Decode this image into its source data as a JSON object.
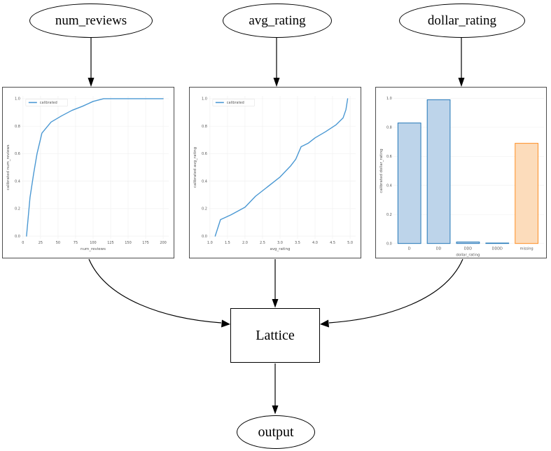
{
  "diagram": {
    "nodes": {
      "num_reviews": {
        "label": "num_reviews"
      },
      "avg_rating": {
        "label": "avg_rating"
      },
      "dollar_rating": {
        "label": "dollar_rating"
      },
      "lattice": {
        "label": "Lattice"
      },
      "output": {
        "label": "output"
      }
    }
  },
  "colors": {
    "line_blue": "#4a98d3",
    "bar_blue_fill": "#bdd4ea",
    "bar_blue_edge": "#2277b8",
    "bar_orange_fill": "#fcdcbb",
    "bar_orange_edge": "#fd8d22",
    "edge_black": "#000000"
  },
  "chart_data": [
    {
      "type": "line",
      "title": "",
      "xlabel": "num_reviews",
      "ylabel": "calibrated num_reviews",
      "legend": "calibrated",
      "color": "#4a98d3",
      "xlim": [
        0,
        200
      ],
      "ylim": [
        0,
        1
      ],
      "xticks": [
        0,
        25,
        50,
        75,
        100,
        125,
        150,
        175,
        200
      ],
      "xtick_labels": [
        "0",
        "25",
        "50",
        "75",
        "100",
        "125",
        "150",
        "175",
        "200"
      ],
      "ytick_labels": [
        "0.0",
        "0.2",
        "0.4",
        "0.6",
        "0.8",
        "1.0"
      ],
      "points": [
        [
          5,
          0
        ],
        [
          10,
          0.28
        ],
        [
          15,
          0.45
        ],
        [
          20,
          0.6
        ],
        [
          27,
          0.75
        ],
        [
          40,
          0.83
        ],
        [
          55,
          0.875
        ],
        [
          70,
          0.915
        ],
        [
          85,
          0.945
        ],
        [
          100,
          0.98
        ],
        [
          115,
          1.0
        ],
        [
          200,
          1.0
        ]
      ]
    },
    {
      "type": "line",
      "title": "",
      "xlabel": "avg_rating",
      "ylabel": "calibrated avg_rating",
      "legend": "calibrated",
      "color": "#4a98d3",
      "xlim": [
        1,
        5
      ],
      "ylim": [
        0,
        1
      ],
      "xticks": [
        1,
        1.5,
        2,
        2.5,
        3,
        3.5,
        4,
        4.5,
        5
      ],
      "xtick_labels": [
        "1.0",
        "1.5",
        "2.0",
        "2.5",
        "3.0",
        "3.5",
        "4.0",
        "4.5",
        "5.0"
      ],
      "ytick_labels": [
        "0.0",
        "0.2",
        "0.4",
        "0.6",
        "0.8",
        "1.0"
      ],
      "points": [
        [
          1.15,
          0
        ],
        [
          1.3,
          0.12
        ],
        [
          1.6,
          0.155
        ],
        [
          2.0,
          0.21
        ],
        [
          2.3,
          0.29
        ],
        [
          2.6,
          0.35
        ],
        [
          3.0,
          0.43
        ],
        [
          3.3,
          0.51
        ],
        [
          3.45,
          0.56
        ],
        [
          3.6,
          0.65
        ],
        [
          3.8,
          0.675
        ],
        [
          4.0,
          0.715
        ],
        [
          4.3,
          0.76
        ],
        [
          4.6,
          0.81
        ],
        [
          4.8,
          0.86
        ],
        [
          4.88,
          0.92
        ],
        [
          4.93,
          1.0
        ]
      ]
    },
    {
      "type": "bar",
      "title": "",
      "xlabel": "dollar_rating",
      "ylabel": "calibrated dollar_rating",
      "ylim": [
        0,
        1
      ],
      "ytick_labels": [
        "0.0",
        "0.2",
        "0.4",
        "0.6",
        "0.8",
        "1.0"
      ],
      "categories": [
        "D",
        "DD",
        "DDD",
        "DDDD",
        "missing"
      ],
      "values": [
        0.83,
        0.99,
        0.01,
        0.003,
        0.69
      ],
      "bar_fills": [
        "#bdd4ea",
        "#bdd4ea",
        "#bdd4ea",
        "#bdd4ea",
        "#fcdcbb"
      ],
      "bar_edges": [
        "#2277b8",
        "#2277b8",
        "#2277b8",
        "#2277b8",
        "#fd8d22"
      ]
    }
  ]
}
